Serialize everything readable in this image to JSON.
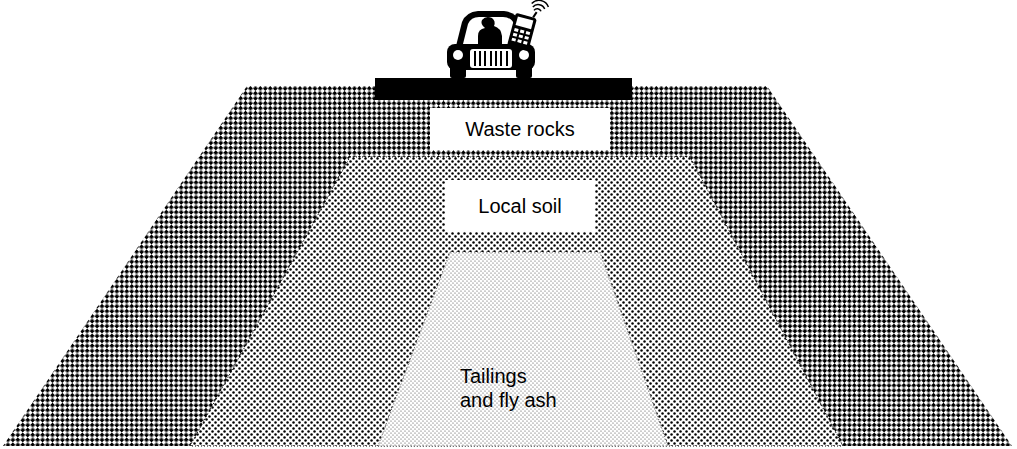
{
  "diagram": {
    "nodes": [
      {
        "text": [
          "Waste rocks"
        ]
      },
      {
        "text": [
          "Local soil"
        ],
        "in": 0
      },
      {
        "text": [
          "Tailings and fly ash"
        ],
        "in": 1
      }
    ]
  }
}
